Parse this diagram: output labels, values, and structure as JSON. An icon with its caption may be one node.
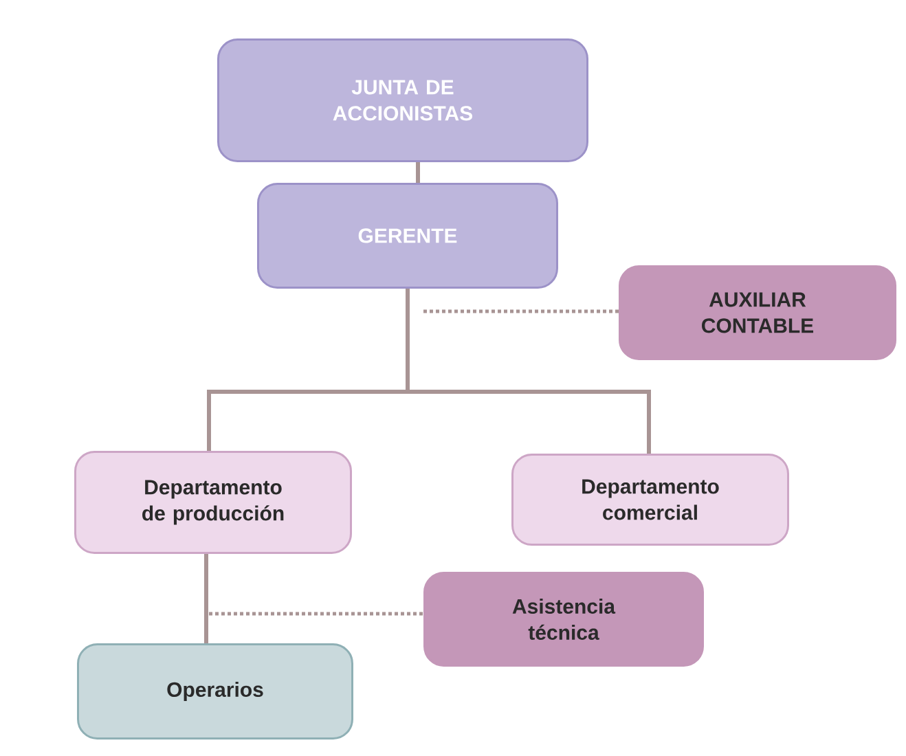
{
  "diagram": {
    "nodes": [
      {
        "text": [
          "JUNTA DE ACCIONISTAS"
        ]
      },
      {
        "text": [
          "GERENTE"
        ]
      },
      {
        "text": [
          "AUXILIAR CONTABLE"
        ]
      },
      {
        "text": [
          "Departamento de producción"
        ]
      },
      {
        "text": [
          "Departamento comercial"
        ]
      },
      {
        "text": [
          "Asistencia técnica"
        ]
      },
      {
        "text": [
          "Operarios"
        ]
      }
    ],
    "edges": [
      {
        "from": 0,
        "to": 1,
        "arrow": "none"
      },
      {
        "from": null,
        "to": 2,
        "arrow": "none",
        "style": "dashed"
      },
      {
        "from": 1,
        "to": 3,
        "arrow": "none"
      },
      {
        "from": 1,
        "to": 4,
        "arrow": "none"
      },
      {
        "from": null,
        "to": 5,
        "arrow": "none",
        "style": "dashed"
      },
      {
        "from": 3,
        "to": 6,
        "arrow": "none"
      }
    ]
  }
}
